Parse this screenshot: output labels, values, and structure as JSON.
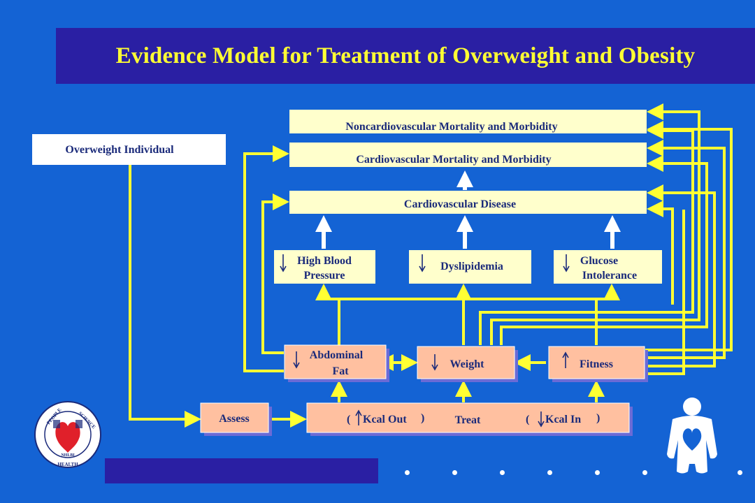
{
  "title": "Evidence Model for Treatment of Overweight and Obesity",
  "colors": {
    "background": "#1463d4",
    "banner": "#2a1fa3",
    "title_text": "#ffff33",
    "outcome_box": "#ffffcc",
    "action_box": "#ffc0a0",
    "connector": "#ffff33",
    "causal_arrow": "#ffffff"
  },
  "nodes": {
    "overweight_individual": "Overweight Individual",
    "noncardio": "Noncardiovascular Mortality and Morbidity",
    "cardio_mortality": "Cardiovascular Mortality and Morbidity",
    "cardio_disease": "Cardiovascular Disease",
    "high_bp": {
      "line1": "High Blood",
      "line2": "Pressure",
      "direction": "down"
    },
    "dyslipidemia": {
      "label": "Dyslipidemia",
      "direction": "down"
    },
    "glucose": {
      "line1": "Glucose",
      "line2": "Intolerance",
      "direction": "down"
    },
    "abdominal_fat": {
      "line1": "Abdominal",
      "line2": "Fat",
      "direction": "down"
    },
    "weight": {
      "label": "Weight",
      "direction": "down"
    },
    "fitness": {
      "label": "Fitness",
      "direction": "up"
    },
    "assess": "Assess",
    "treat": "Treat",
    "kcal_out": {
      "open": "(",
      "label": "Kcal Out",
      "close": ")",
      "direction": "up"
    },
    "kcal_in": {
      "open": "(",
      "label": "Kcal In",
      "close": ")",
      "direction": "down"
    }
  },
  "logos": {
    "nhlbi": {
      "top": "PEOPLE",
      "right": "SCIENCE",
      "bottom": "HEALTH",
      "center": "NHLBI"
    },
    "heart_person": "heart-person-icon"
  }
}
